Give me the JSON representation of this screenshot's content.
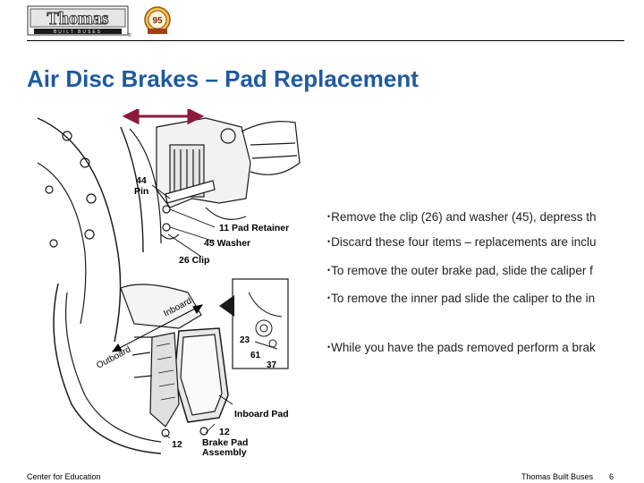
{
  "header": {
    "logo_text": "Thomas",
    "logo_subtext": "BUILT BUSES",
    "seal_text": "95"
  },
  "title": "Air Disc Brakes – Pad Replacement",
  "figure": {
    "labels": {
      "pin": "44 Pin",
      "pad_retainer": "11 Pad Retainer",
      "washer": "45 Washer",
      "clip": "26 Clip",
      "inboard": "Inboard",
      "outboard": "Outboard",
      "n23": "23",
      "n61": "61",
      "n37": "37",
      "inboard_pad": "Inboard Pad",
      "n12a": "12",
      "n12b": "12",
      "brake_pad_assembly": "Brake Pad Assembly"
    },
    "colors": {
      "arrow": "#8b1a3a"
    }
  },
  "bullets": [
    "Remove the clip (26) and washer (45), depress th",
    "Discard these four items – replacements are inclu",
    "To remove the outer brake pad, slide the caliper f",
    "To remove the inner pad slide the caliper to the in",
    "While you have the pads removed perform a brak"
  ],
  "footer": {
    "left": "Center for Education",
    "center": "Thomas Built Buses",
    "page": "6"
  }
}
